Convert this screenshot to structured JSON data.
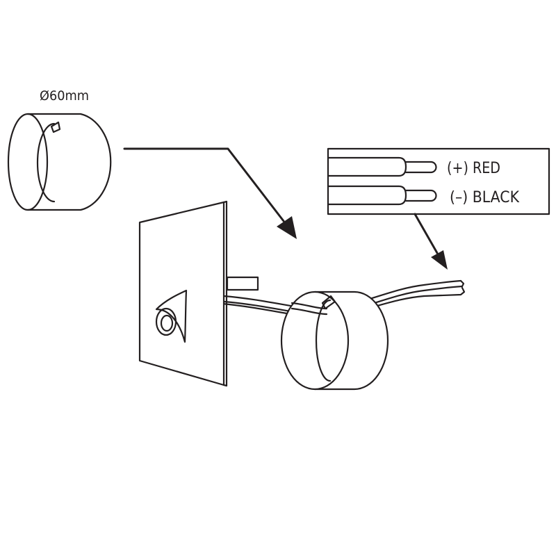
{
  "diagram": {
    "ring_diameter_label": "Ø60mm",
    "wire_positive_label": "(+) RED",
    "wire_negative_label": "(–) BLACK"
  },
  "colors": {
    "line": "#231f20",
    "background": "#ffffff"
  },
  "icons": [
    "mounting-ring-icon",
    "wall-plate-icon",
    "lamp-opening-icon",
    "arrow-icon",
    "wire-plug-icon"
  ]
}
